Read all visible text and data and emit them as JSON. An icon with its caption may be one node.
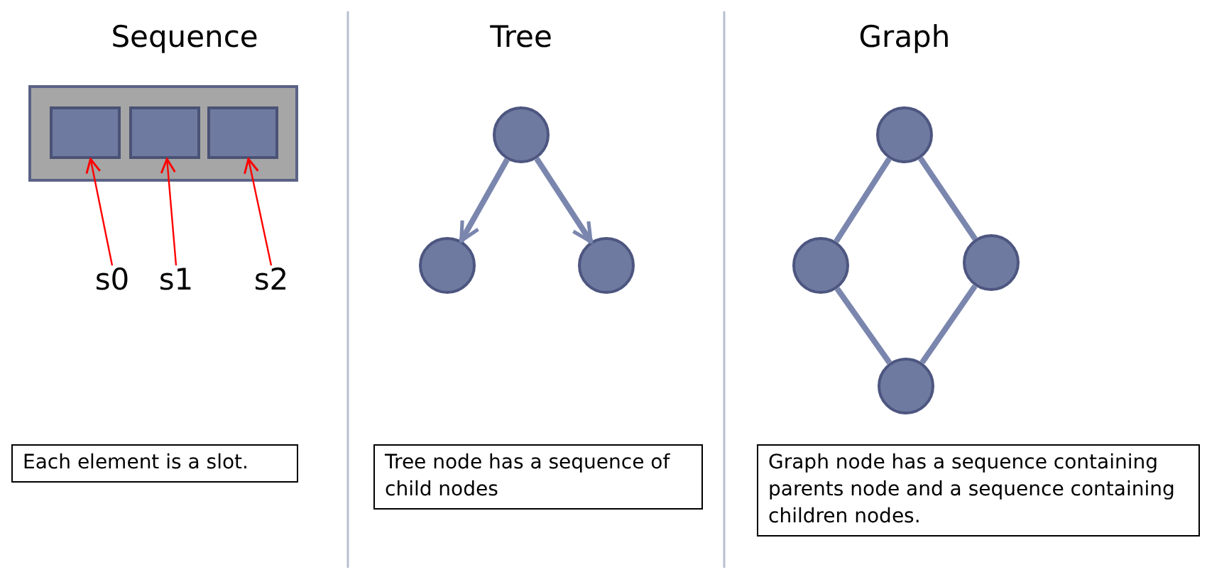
{
  "diagram": {
    "nodes": [
      {
        "text": [],
        "shape": "box"
      },
      {
        "text": [],
        "shape": "box",
        "in": 0
      },
      {
        "text": [],
        "shape": "box",
        "in": 0
      },
      {
        "text": [],
        "shape": "box",
        "in": 0
      },
      {
        "text": [
          "s0"
        ]
      },
      {
        "text": [
          "s1"
        ]
      },
      {
        "text": [
          "s2"
        ]
      },
      {
        "text": [],
        "shape": "circle"
      },
      {
        "text": [],
        "shape": "circle"
      },
      {
        "text": [],
        "shape": "circle"
      },
      {
        "text": [],
        "shape": "circle"
      },
      {
        "text": [],
        "shape": "circle"
      },
      {
        "text": [],
        "shape": "circle"
      },
      {
        "text": [],
        "shape": "circle"
      },
      {
        "text": [
          "Each element is a slot."
        ]
      },
      {
        "text": [
          "Tree node has a sequence of child nodes"
        ]
      },
      {
        "text": [
          "Graph node has a sequence containing parents node and a sequence containing children nodes."
        ]
      }
    ],
    "edges": [
      {
        "from": 4,
        "to": 1,
        "arrow": "to",
        "color": "#ff0000"
      },
      {
        "from": 5,
        "to": 2,
        "arrow": "to",
        "color": "#ff0000"
      },
      {
        "from": 6,
        "to": 3,
        "arrow": "to",
        "color": "#ff0000"
      },
      {
        "from": 7,
        "to": 8,
        "arrow": "to"
      },
      {
        "from": 7,
        "to": 9,
        "arrow": "to"
      },
      {
        "from": 10,
        "to": 11,
        "arrow": "none"
      },
      {
        "from": 10,
        "to": 12,
        "arrow": "none"
      },
      {
        "from": 11,
        "to": 13,
        "arrow": "none"
      },
      {
        "from": 12,
        "to": 13,
        "arrow": "none"
      }
    ],
    "labels": [
      "Sequence",
      "Tree",
      "Graph"
    ]
  }
}
